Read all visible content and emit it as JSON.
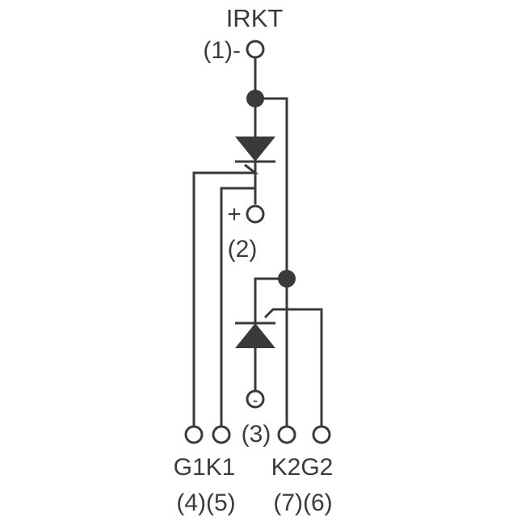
{
  "title": "IRKT",
  "colors": {
    "ink": "#3a3a3a",
    "background": "#ffffff"
  },
  "terminals": {
    "t1": "(1)-",
    "t2_sign": "+",
    "t2": "(2)",
    "t3_sign": "-",
    "t3": "(3)"
  },
  "bottom": {
    "names_left": "G1K1",
    "names_right": "K2G2",
    "pins_left": "(4)(5)",
    "pins_right": "(7)(6)"
  }
}
